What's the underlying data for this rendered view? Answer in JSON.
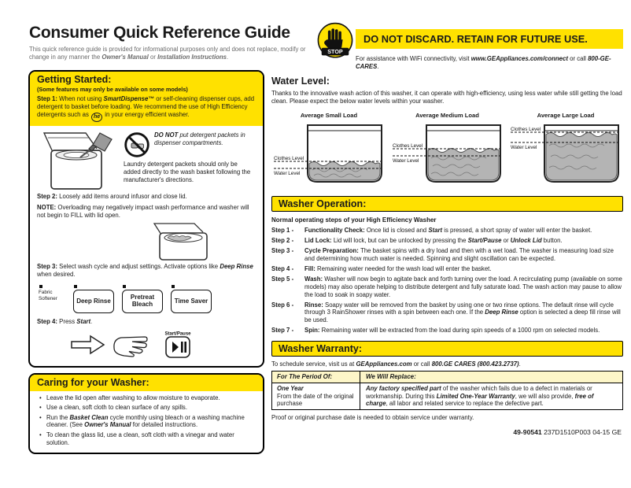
{
  "colors": {
    "yellow": "#FFE100"
  },
  "header": {
    "title": "Consumer Quick Reference Guide",
    "subtitle": [
      {
        "t": "This quick reference guide is provided for informational purposes only and does not replace, modify or change in any manner the "
      },
      {
        "t": "Owner's Manual",
        "b": true,
        "i": true
      },
      {
        "t": " or "
      },
      {
        "t": "Installation Instructions",
        "b": true,
        "i": true
      },
      {
        "t": "."
      }
    ],
    "stop_label": "STOP",
    "banner": "DO NOT DISCARD. RETAIN FOR FUTURE USE.",
    "wifi_note": [
      {
        "t": "For assistance with WiFi connectivity, visit "
      },
      {
        "t": "www.GEAppliances.com/connect",
        "b": true,
        "i": true
      },
      {
        "t": " or call "
      },
      {
        "t": "800-GE-CARES",
        "b": true,
        "i": true
      },
      {
        "t": "."
      }
    ]
  },
  "getting_started": {
    "title": "Getting Started:",
    "subtitle": "(Some features may only be available on some models)",
    "step1_lead": [
      {
        "t": "Step 1: ",
        "b": true
      },
      {
        "t": "When not using "
      },
      {
        "t": "SmartDispense™",
        "b": true,
        "i": true
      },
      {
        "t": " or self-cleaning dispenser cups, add detergent to basket before loading. We recommend the use of High Efficiency detergents such as "
      }
    ],
    "he_icon": "he",
    "step1_tail": [
      {
        "t": " in your energy efficient washer."
      }
    ],
    "do_not": [
      {
        "t": "DO NOT",
        "b": true,
        "i": true
      },
      {
        "t": " put detergent packets in dispenser compartments.",
        "i": true
      }
    ],
    "packets": "Laundry detergent packets should only be added directly to the wash basket following the manufacturer's directions.",
    "step2": [
      {
        "t": "Step 2: ",
        "b": true
      },
      {
        "t": "Loosely add items around infusor and close lid."
      }
    ],
    "note": [
      {
        "t": "NOTE: ",
        "b": true
      },
      {
        "t": "Overloading may negatively impact wash performance and washer will not begin to FILL with lid open."
      }
    ],
    "step3": [
      {
        "t": "Step 3: ",
        "b": true
      },
      {
        "t": "Select wash cycle and adjust settings. Activate options like "
      },
      {
        "t": "Deep Rinse",
        "b": true,
        "i": true
      },
      {
        "t": " when desired."
      }
    ],
    "panel": {
      "fabric_softener": "Fabric Softener",
      "buttons": [
        "Deep Rinse",
        "Pretreat Bleach",
        "Time Saver"
      ]
    },
    "step4": [
      {
        "t": "Step 4: ",
        "b": true
      },
      {
        "t": "Press "
      },
      {
        "t": "Start",
        "b": true,
        "i": true
      },
      {
        "t": "."
      }
    ],
    "start_pause": "Start/Pause"
  },
  "caring": {
    "title": "Caring for your Washer:",
    "bullets": [
      [
        {
          "t": "Leave the lid open after washing to allow moisture to evaporate."
        }
      ],
      [
        {
          "t": "Use a clean, soft cloth to clean surface of any spills."
        }
      ],
      [
        {
          "t": "Run the "
        },
        {
          "t": "Basket Clean",
          "b": true,
          "i": true
        },
        {
          "t": " cycle monthly using bleach or a washing machine cleaner. (See "
        },
        {
          "t": "Owner's Manual",
          "b": true,
          "i": true
        },
        {
          "t": " for detailed instructions."
        }
      ],
      [
        {
          "t": "To clean the glass lid, use a clean, soft cloth with a vinegar and water solution."
        }
      ]
    ]
  },
  "water_level": {
    "title": "Water Level:",
    "text": "Thanks to the innovative wash action of this washer, it can operate with high-efficiency, using less water while still getting the load clean. Please expect the below water levels within your washer.",
    "diagrams": [
      {
        "title": "Average Small Load",
        "clothes_label": "Clothes Level",
        "water_label": "Water Level"
      },
      {
        "title": "Average Medium Load",
        "clothes_label": "Clothes Level",
        "water_label": "Water Level"
      },
      {
        "title": "Average Large Load",
        "clothes_label": "Clothes Level",
        "water_label": "Water Level"
      }
    ]
  },
  "washer_operation": {
    "title": "Washer Operation:",
    "intro": "Normal operating steps of your High Efficiency Washer",
    "steps": [
      {
        "label": "Step 1 -",
        "text": [
          {
            "t": "Functionality Check: ",
            "b": true
          },
          {
            "t": "Once lid is closed and "
          },
          {
            "t": "Start",
            "b": true,
            "i": true
          },
          {
            "t": " is pressed, a short spray of water will enter the basket."
          }
        ]
      },
      {
        "label": "Step 2 -",
        "text": [
          {
            "t": "Lid Lock: ",
            "b": true
          },
          {
            "t": "Lid will lock, but can be unlocked by pressing the "
          },
          {
            "t": "Start/Pause",
            "b": true,
            "i": true
          },
          {
            "t": " or "
          },
          {
            "t": "Unlock Lid",
            "b": true,
            "i": true
          },
          {
            "t": " button."
          }
        ]
      },
      {
        "label": "Step 3 -",
        "text": [
          {
            "t": "Cycle Preparation: ",
            "b": true
          },
          {
            "t": "The basket spins with a dry load and then with a wet load. The washer is measuring load size and determining how much water is needed. Spinning and slight oscillation can be expected."
          }
        ]
      },
      {
        "label": "Step 4 -",
        "text": [
          {
            "t": "Fill: ",
            "b": true
          },
          {
            "t": "Remaining water needed for the wash load will enter the basket."
          }
        ]
      },
      {
        "label": "Step 5 -",
        "text": [
          {
            "t": "Wash: ",
            "b": true
          },
          {
            "t": "Washer will now begin to agitate back and forth turning over the load. A recirculating pump (available on some models) may also operate helping to distribute detergent and fully saturate load. The wash action may pause to allow the load to soak in soapy water."
          }
        ]
      },
      {
        "label": "Step 6 -",
        "text": [
          {
            "t": "Rinse: ",
            "b": true
          },
          {
            "t": "Soapy water will be removed from the basket by using one or two rinse options. The default rinse will cycle through 3 RainShower rinses with a spin between each one. If the "
          },
          {
            "t": "Deep Rinse",
            "b": true,
            "i": true
          },
          {
            "t": " option is selected a deep fill rinse will be used."
          }
        ]
      },
      {
        "label": "Step 7 -",
        "text": [
          {
            "t": "Spin: ",
            "b": true
          },
          {
            "t": "Remaining water will be extracted from the load during spin speeds of a 1000 rpm on selected models."
          }
        ]
      }
    ]
  },
  "warranty": {
    "title": "Washer Warranty:",
    "intro": [
      {
        "t": "To schedule service, visit us at "
      },
      {
        "t": "GEAppliances.com",
        "b": true,
        "i": true
      },
      {
        "t": " or call "
      },
      {
        "t": "800.GE CARES (800.423.2737)",
        "b": true,
        "i": true
      },
      {
        "t": "."
      }
    ],
    "table": {
      "header_left": "For The Period Of:",
      "header_right": "We Will Replace:",
      "period_title": "One Year",
      "period_text": "From the date of the original purchase",
      "replace_text": [
        {
          "t": "Any factory specified part",
          "b": true,
          "i": true
        },
        {
          "t": " of the washer which fails due to a defect in materials or workmanship. During this "
        },
        {
          "t": "Limited One-Year Warranty",
          "b": true,
          "i": true
        },
        {
          "t": ", we will also provide, "
        },
        {
          "t": "free of charge",
          "b": true,
          "i": true
        },
        {
          "t": ", all labor and related service to replace the defective part."
        }
      ]
    },
    "footer": "Proof or original purchase date is needed to obtain service under warranty."
  },
  "footer": {
    "doc_number_bold": "49-90541",
    "doc_number_rest": "  237D1510P003  04-15 GE"
  }
}
